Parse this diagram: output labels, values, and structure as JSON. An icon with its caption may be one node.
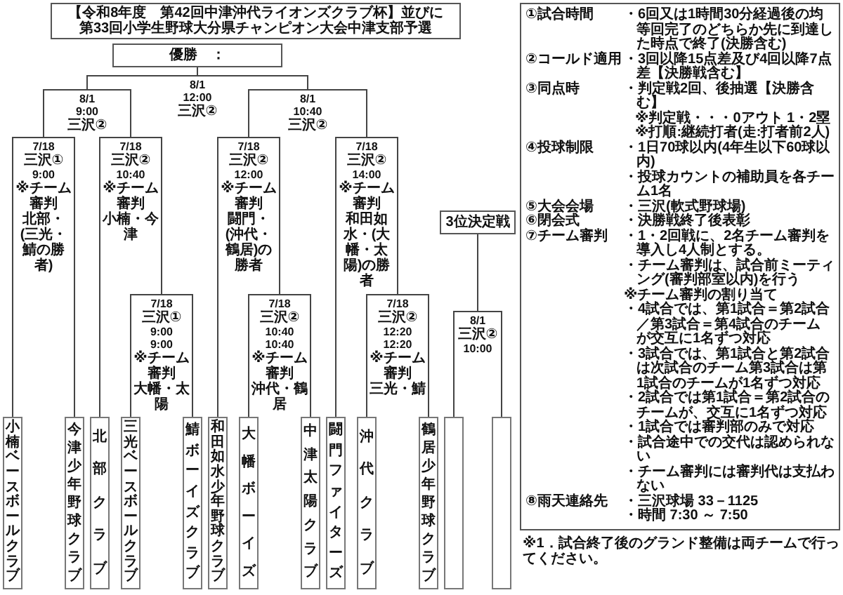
{
  "diagram": {
    "title": "【令和8年度　第42回中津沖代ライオンズクラブ杯】並びに第33回小学生野球大分県チャンピオン大会中津支部予選",
    "nodes": [
      {
        "text": [
          "優勝　："
        ]
      },
      {
        "text": [
          "8/1",
          "12:00",
          "三沢②"
        ]
      },
      {
        "text": [
          "8/1",
          "9:00",
          "三沢②"
        ]
      },
      {
        "text": [
          "8/1",
          "10:40",
          "三沢②"
        ]
      },
      {
        "text": [
          "7/18",
          "三沢①",
          "9:00",
          "※チーム審判",
          "北部・(三光・鯖の勝者)"
        ]
      },
      {
        "text": [
          "7/18",
          "三沢②",
          "10:40",
          "※チーム審判",
          "小楠・今津"
        ]
      },
      {
        "text": [
          "7/18",
          "三沢②",
          "12:00",
          "※チーム審判",
          "闘門・(沖代・鶴居)の勝者"
        ]
      },
      {
        "text": [
          "7/18",
          "三沢②",
          "14:00",
          "※チーム審判",
          "和田如水・(大幡・太陽)の勝者"
        ]
      },
      {
        "text": [
          "7/18",
          "三沢①",
          "9:00",
          "9:00",
          "※チーム審判",
          "大幡・太陽"
        ]
      },
      {
        "text": [
          "7/18",
          "三沢②",
          "10:40",
          "10:40",
          "※チーム審判",
          "沖代・鶴居"
        ]
      },
      {
        "text": [
          "7/18",
          "三沢②",
          "12:20",
          "12:20",
          "※チーム審判",
          "三光・鯖"
        ]
      },
      {
        "text": [
          "小楠ベースボールクラブ"
        ]
      },
      {
        "text": [
          "今津少年野球クラブ"
        ]
      },
      {
        "text": [
          "北部クラブ"
        ]
      },
      {
        "text": [
          "三光ベースボールクラブ"
        ]
      },
      {
        "text": [
          "鯖ボーイズクラブ"
        ]
      },
      {
        "text": [
          "和田如水少年野球クラブ"
        ]
      },
      {
        "text": [
          "大幡ボーイズ"
        ]
      },
      {
        "text": [
          "中津太陽クラブ"
        ]
      },
      {
        "text": [
          "闘門ファイターズ"
        ]
      },
      {
        "text": [
          "沖代クラブ"
        ]
      },
      {
        "text": [
          "鶴居少年野球クラブ"
        ]
      },
      {
        "text": [
          "3位決定戦"
        ]
      },
      {
        "text": [
          "8/1",
          "三沢②",
          "10:00"
        ]
      },
      {
        "text": [],
        "shape": "box"
      },
      {
        "text": [],
        "shape": "box"
      },
      {
        "text": [
          "①試合時間",
          "・6回又は1時間30分経過後の均等回完了のどちらか先に到達した時点で終了(決勝含む)",
          "②コールド適用",
          "・3回以降15点差及び4回以降7点差【決勝戦含む】",
          "③同点時",
          "・判定戦2回、後抽選【決勝含む】",
          "※判定戦・・・0アウト 1・2塁",
          "※打順:継続打者(走:打者前2人)",
          "④投球制限",
          "・1日70球以内(4年生以下60球以内)",
          "・投球カウントの補助員を各チーム1名",
          "⑤大会会場",
          "・三沢(軟式野球場)",
          "⑥閉会式",
          "・決勝戦終了後表彰",
          "⑦チーム審判",
          "・1・2回戦に、2名チーム審判を導入し4人制とする。",
          "・チーム審判は、試合前ミーティング(審判部室以内)を行う",
          "※チーム審判の割り当て",
          "・4試合では、第1試合＝第2試合／第3試合＝第4試合のチームが交互に1名ずつ対応",
          "・3試合では、第1試合と第2試合は次試合のチーム第3試合は第1試合のチームが1名ずつ対応",
          "・2試合では第1試合＝第2試合のチームが、交互に1名ずつ対応",
          "・1試合では審判部のみで対応",
          "・試合途中での交代は認められない",
          "・チーム審判には審判代は支払わない",
          "⑧雨天連絡先",
          "・三沢球場 33－1125",
          "・時間 7:30 ～ 7:50"
        ]
      }
    ],
    "edges": [
      {
        "from": 1,
        "to": 0,
        "arrow": "none"
      },
      {
        "from": 2,
        "to": 1,
        "arrow": "none"
      },
      {
        "from": 3,
        "to": 1,
        "arrow": "none"
      },
      {
        "from": 4,
        "to": 2,
        "arrow": "none"
      },
      {
        "from": 5,
        "to": 2,
        "arrow": "none"
      },
      {
        "from": 6,
        "to": 3,
        "arrow": "none"
      },
      {
        "from": 7,
        "to": 3,
        "arrow": "none"
      },
      {
        "from": 11,
        "to": 4,
        "arrow": "none"
      },
      {
        "from": 12,
        "to": 4,
        "arrow": "none"
      },
      {
        "from": 13,
        "to": 5,
        "arrow": "none"
      },
      {
        "from": 8,
        "to": 5,
        "arrow": "none"
      },
      {
        "from": 14,
        "to": 8,
        "arrow": "none"
      },
      {
        "from": 15,
        "to": 8,
        "arrow": "none"
      },
      {
        "from": 16,
        "to": 6,
        "arrow": "none"
      },
      {
        "from": 9,
        "to": 6,
        "arrow": "none"
      },
      {
        "from": 17,
        "to": 9,
        "arrow": "none"
      },
      {
        "from": 18,
        "to": 9,
        "arrow": "none"
      },
      {
        "from": 19,
        "to": 7,
        "arrow": "none"
      },
      {
        "from": 10,
        "to": 7,
        "arrow": "none"
      },
      {
        "from": 20,
        "to": 10,
        "arrow": "none"
      },
      {
        "from": 21,
        "to": 10,
        "arrow": "none"
      },
      {
        "from": 24,
        "to": 23,
        "arrow": "none"
      },
      {
        "from": 25,
        "to": 23,
        "arrow": "none"
      },
      {
        "from": 23,
        "to": 22,
        "arrow": "none"
      }
    ],
    "labels": [
      "※1．試合終了後のグランド整備は両チームで行ってください。"
    ]
  }
}
